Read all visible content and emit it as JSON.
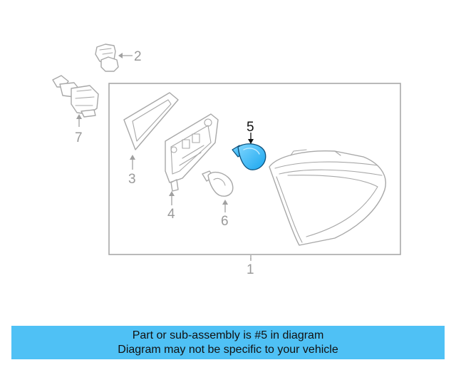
{
  "diagram": {
    "highlight_color": "#4fc1f5",
    "callouts": {
      "c1": "1",
      "c2": "2",
      "c3": "3",
      "c4": "4",
      "c5": "5",
      "c6": "6",
      "c7": "7"
    }
  },
  "banner": {
    "line1": "Part or sub-assembly is #5 in diagram",
    "line2": "Diagram may not be specific to your vehicle",
    "background": "#4fc1f5"
  }
}
